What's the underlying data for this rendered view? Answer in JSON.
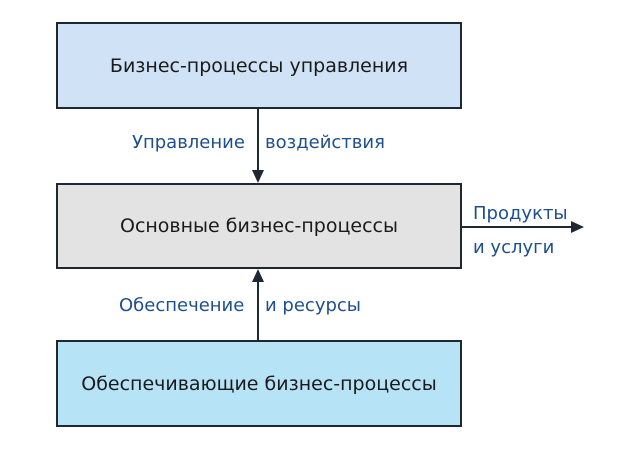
{
  "colors": {
    "box_management_fill": "#cfe2f6",
    "box_core_fill": "#e3e3e3",
    "box_support_fill": "#b7e3f6",
    "border": "#1f2733",
    "label_text": "#1d4f8c",
    "box_text": "#1a1a1a"
  },
  "boxes": {
    "management": "Бизнес-процессы управления",
    "core": "Основные бизнес-процессы",
    "support": "Обеспечивающие бизнес-процессы"
  },
  "labels": {
    "management_left": "Управление",
    "management_right": "воздействия",
    "support_left": "Обеспечение",
    "support_right": "и ресурсы",
    "output_line1": "Продукты",
    "output_line2": "и услуги"
  }
}
